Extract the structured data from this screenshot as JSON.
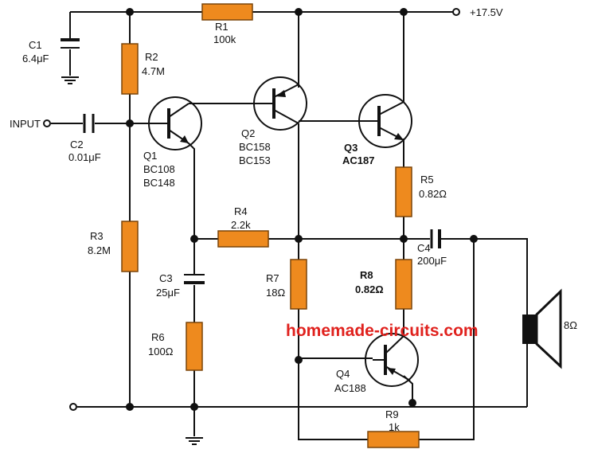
{
  "colors": {
    "wire": "#111111",
    "resistor_fill": "#ee8a1e",
    "resistor_stroke": "#7a4408",
    "watermark": "#e0211d"
  },
  "supply": {
    "label": "+17.5V"
  },
  "input": {
    "label": "INPUT"
  },
  "watermark": "homemade-circuits.com",
  "resistors": {
    "r1": {
      "ref": "R1",
      "value": "100k"
    },
    "r2": {
      "ref": "R2",
      "value": "4.7M"
    },
    "r3": {
      "ref": "R3",
      "value": "8.2M"
    },
    "r4": {
      "ref": "R4",
      "value": "2.2k"
    },
    "r5": {
      "ref": "R5",
      "value": "0.82Ω"
    },
    "r6": {
      "ref": "R6",
      "value": "100Ω"
    },
    "r7": {
      "ref": "R7",
      "value": "18Ω"
    },
    "r8": {
      "ref": "R8",
      "value": "0.82Ω"
    },
    "r9": {
      "ref": "R9",
      "value": "1k"
    }
  },
  "capacitors": {
    "c1": {
      "ref": "C1",
      "value": "6.4μF"
    },
    "c2": {
      "ref": "C2",
      "value": "0.01μF"
    },
    "c3": {
      "ref": "C3",
      "value": "25μF"
    },
    "c4": {
      "ref": "C4",
      "value": "200μF"
    }
  },
  "transistors": {
    "q1": {
      "ref": "Q1",
      "part1": "BC108",
      "part2": "BC148"
    },
    "q2": {
      "ref": "Q2",
      "part1": "BC158",
      "part2": "BC153"
    },
    "q3": {
      "ref": "Q3",
      "part1": "AC187"
    },
    "q4": {
      "ref": "Q4",
      "part1": "AC188"
    }
  },
  "speaker": {
    "value": "8Ω"
  }
}
